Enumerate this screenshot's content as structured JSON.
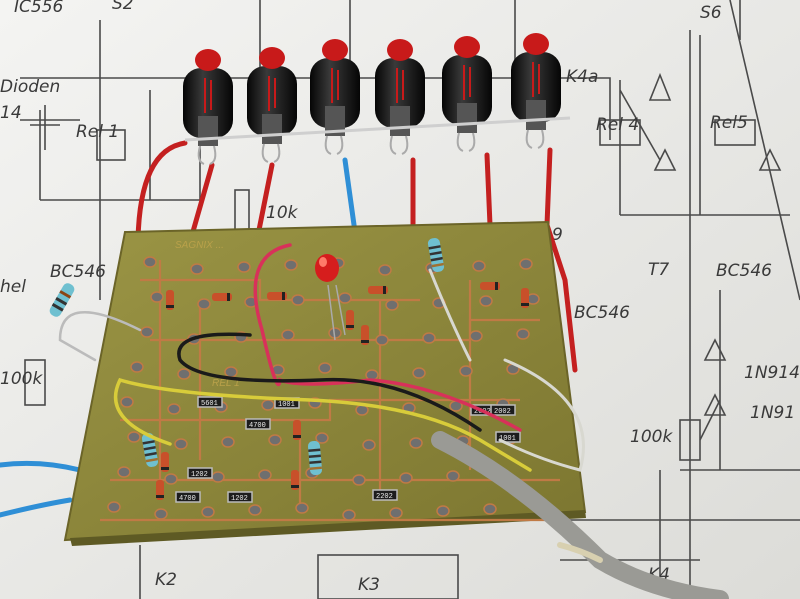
{
  "schematic_labels": {
    "ic": "IC556",
    "s2": "S2",
    "s6": "S6",
    "dioden": "Dioden",
    "dioden_sub": "14",
    "rel1": "Rel 1",
    "k4a": "K4a",
    "rel4": "Rel 4",
    "rel5": "Rel5",
    "t7": "T7",
    "bc546_right": "BC546",
    "bc546_mid": "BC546",
    "bc546_left": "BC546",
    "d1": "1N914",
    "d2": "1N91",
    "r_100k_right": "100k",
    "r_100k_left": "100k",
    "r_10k": "10k",
    "k2": "K2",
    "k3": "K3",
    "k4": "K4",
    "left_partial": "hel",
    "nine": "9"
  },
  "pcb": {
    "silkscreen_top": "SAGNIX ...",
    "silkscreen_rel": "REL 1",
    "smd_labels": [
      "5601",
      "4700",
      "1202",
      "4700",
      "1202",
      "2202",
      "1001",
      "2002",
      "2002",
      "1001"
    ]
  },
  "pushbuttons": {
    "count": 6,
    "cap_color": "#c81a1a",
    "body_color": "#141414"
  },
  "colors": {
    "pcb": "#8f8a3a",
    "copper": "#c07a45",
    "paper": "#f2f2ef"
  }
}
